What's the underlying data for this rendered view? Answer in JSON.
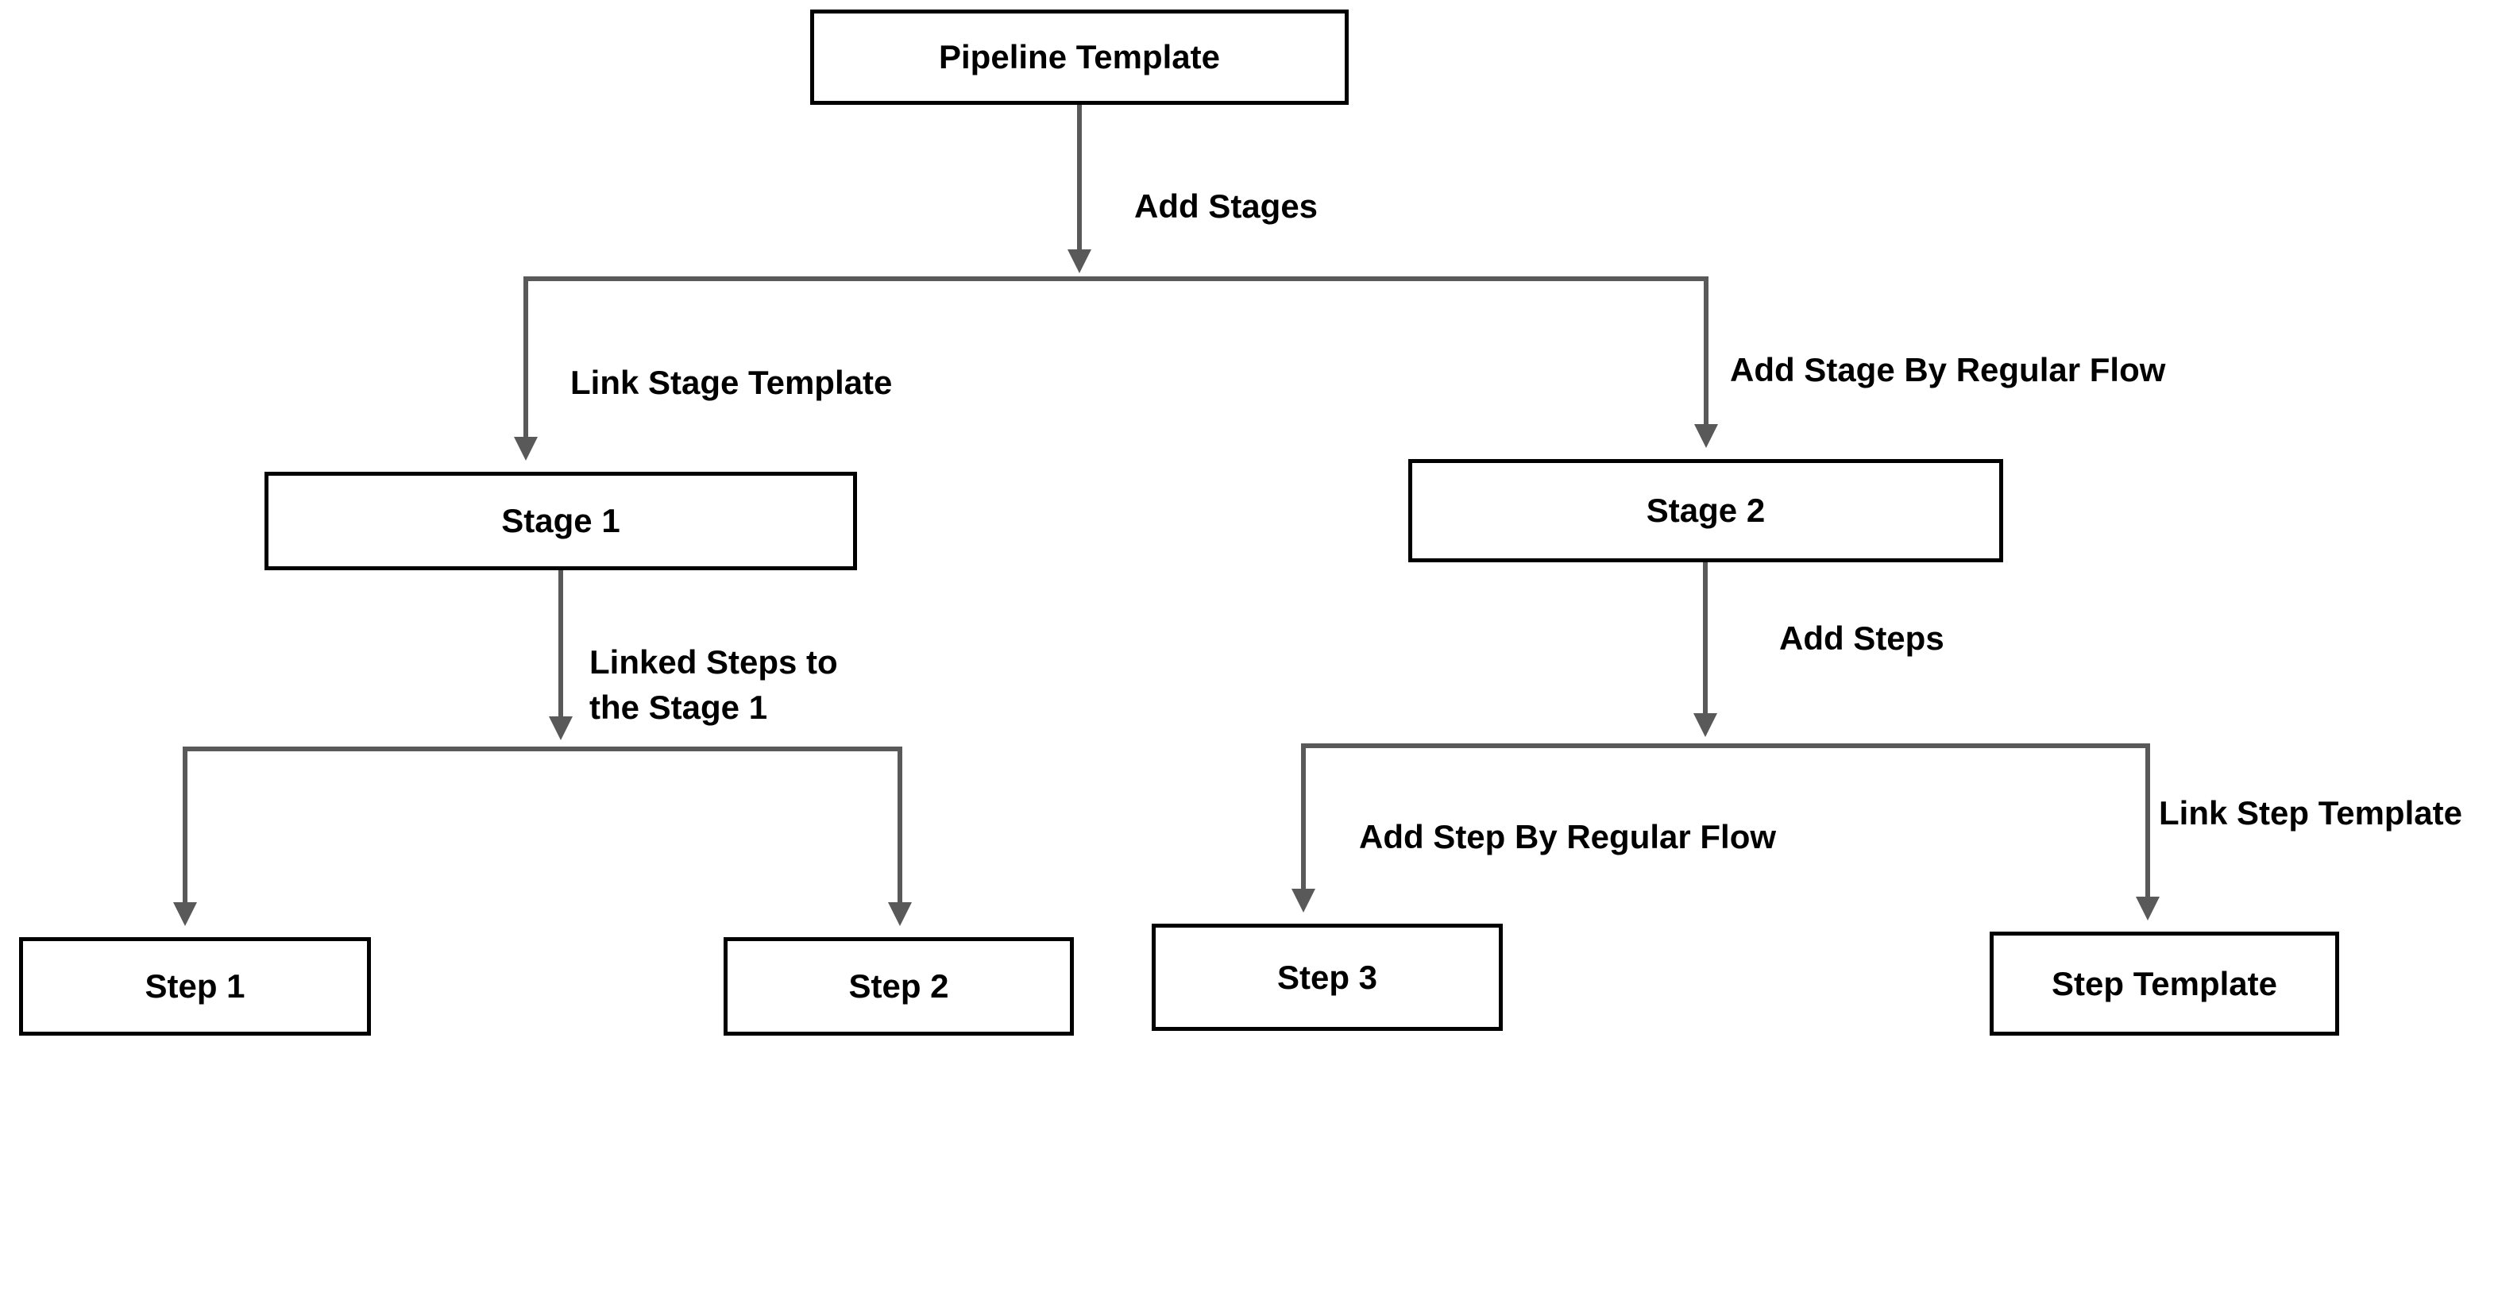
{
  "diagram": {
    "title": "Pipeline Template flow diagram",
    "colors": {
      "box_border": "#000000",
      "box_fill": "#ffffff",
      "connector": "#595959",
      "text": "#000000"
    },
    "nodes": {
      "pipeline": {
        "label": "Pipeline Template"
      },
      "stage1": {
        "label": "Stage 1"
      },
      "stage2": {
        "label": "Stage 2"
      },
      "step1": {
        "label": "Step 1"
      },
      "step2": {
        "label": "Step 2"
      },
      "step3": {
        "label": "Step 3"
      },
      "step_template": {
        "label": "Step Template"
      }
    },
    "edge_labels": {
      "add_stages": "Add Stages",
      "link_stage_template": "Link Stage Template",
      "add_stage_by_regular_flow": "Add Stage By Regular Flow",
      "linked_steps_to_stage1": "Linked Steps to\nthe Stage 1",
      "add_steps": "Add Steps",
      "add_step_by_regular_flow": "Add Step By Regular Flow",
      "link_step_template": "Link Step Template"
    }
  }
}
